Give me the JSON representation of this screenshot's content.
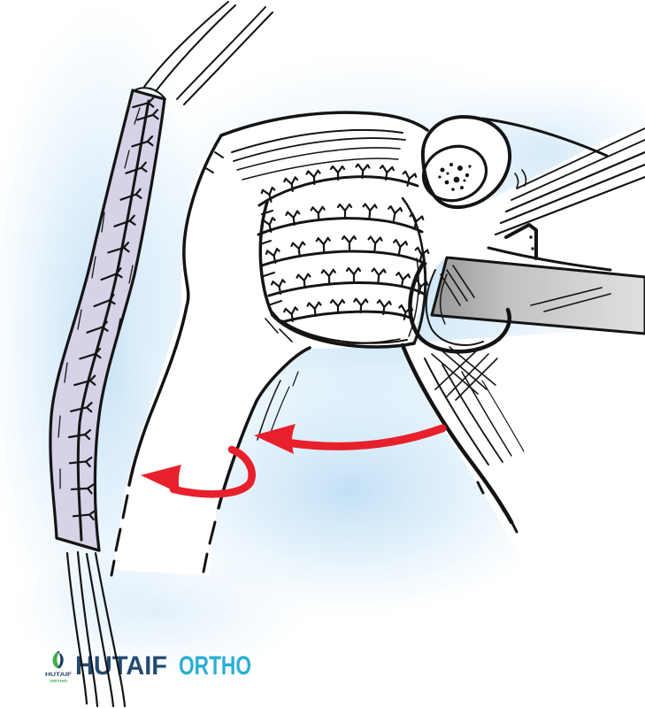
{
  "brand": {
    "wordmark_primary": "HUTAIF",
    "wordmark_secondary": "ORTHO",
    "emblem_text": "HUTAIF",
    "emblem_subtext": "ORTHO"
  },
  "colors": {
    "background": "#ffffff",
    "glow_blue": "#c9e3f5",
    "graft_lavender": "#d7d2e7",
    "line_ink": "#141414",
    "retractor_gray_dark": "#969696",
    "retractor_gray_light": "#e0e0e0",
    "arrow_red": "#e8202c",
    "brand_navy": "#254a72",
    "brand_cyan": "#29aed3",
    "brand_green": "#3fae49"
  },
  "illustration": {
    "elements": [
      "tubularized-tendon-graft",
      "graft-running-suture",
      "capsule-plication-suture-rows",
      "cut-tendon-stump",
      "deltoid-and-humerus-outline",
      "retractor-blade",
      "retracted-tissue-curl",
      "internal-rotation-arrows"
    ]
  }
}
